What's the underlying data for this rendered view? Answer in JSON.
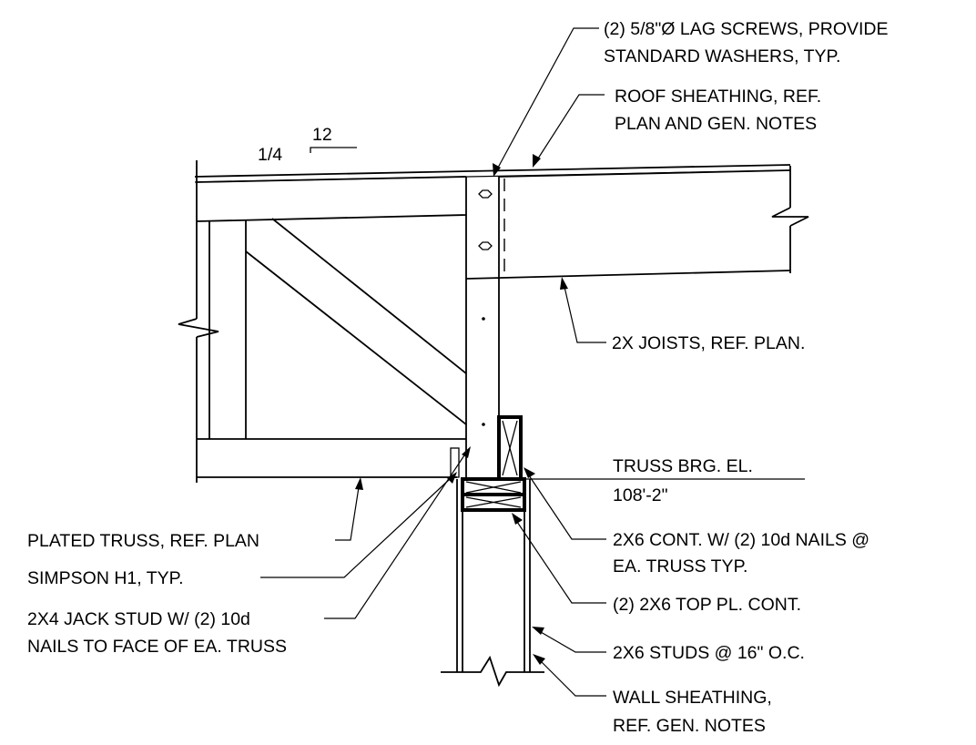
{
  "slope": {
    "rise": "1/4",
    "run": "12"
  },
  "callouts": {
    "lag_screws": [
      "(2) 5/8\"Ø LAG SCREWS, PROVIDE",
      "STANDARD WASHERS, TYP."
    ],
    "roof_sheathing": [
      "ROOF SHEATHING, REF.",
      "PLAN AND GEN. NOTES"
    ],
    "joists": [
      "2X JOISTS, REF. PLAN."
    ],
    "bearing_elev_label": "TRUSS BRG. EL.",
    "bearing_elev_value": "108'-2\"",
    "cont_2x6": [
      "2X6 CONT. W/ (2) 10d NAILS @",
      "EA. TRUSS TYP."
    ],
    "top_plate": [
      "(2) 2X6 TOP PL. CONT."
    ],
    "studs": [
      "2X6 STUDS @ 16\" O.C."
    ],
    "wall_sheathing": [
      "WALL SHEATHING,",
      "REF. GEN. NOTES"
    ],
    "plated_truss": [
      "PLATED TRUSS, REF. PLAN"
    ],
    "simpson": [
      "SIMPSON H1, TYP."
    ],
    "jack_stud": [
      "2X4 JACK STUD W/ (2) 10d",
      "NAILS TO FACE OF EA. TRUSS"
    ]
  }
}
